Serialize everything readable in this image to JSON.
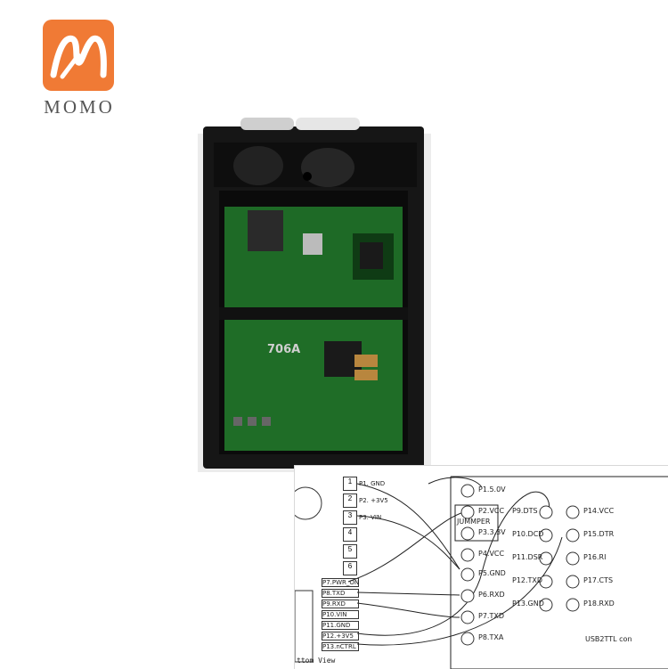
{
  "brand": {
    "name": "MOMO",
    "colors": {
      "logo_orange": "#f07a35",
      "board_green": "#1e6a26",
      "housing_black": "#161616"
    },
    "icon": "momo-logo-icon"
  },
  "diagram": {
    "pin_boxes": [
      "1",
      "2",
      "3",
      "4",
      "5",
      "6"
    ],
    "left_pins": [
      "P1. GND",
      "P2. +3V5",
      "P3. VIN",
      "P7.PWR_ON",
      "P8.TXD",
      "P9.RXD",
      "P10.VIN",
      "P11.GND",
      "P12.+3V5",
      "P13.nCTRL"
    ],
    "bottom_view_label": "ttom View",
    "jumper_label": "JUMMPER",
    "usb_left_pins": [
      "P1.5.0V",
      "P2.VCC",
      "P3.3.3V",
      "P4.VCC",
      "P5.GND",
      "P6.RXD",
      "P7.TXD",
      "P8.TXA"
    ],
    "usb_mid_pins": [
      "P9.DTS",
      "P10.DCD",
      "P11.DSR",
      "P12.TXD",
      "P13.GND"
    ],
    "usb_right_pins": [
      "P14.VCC",
      "P15.DTR",
      "P16.RI",
      "P17.CTS",
      "P18.RXD"
    ],
    "usb_title": "USB2TTL con"
  }
}
